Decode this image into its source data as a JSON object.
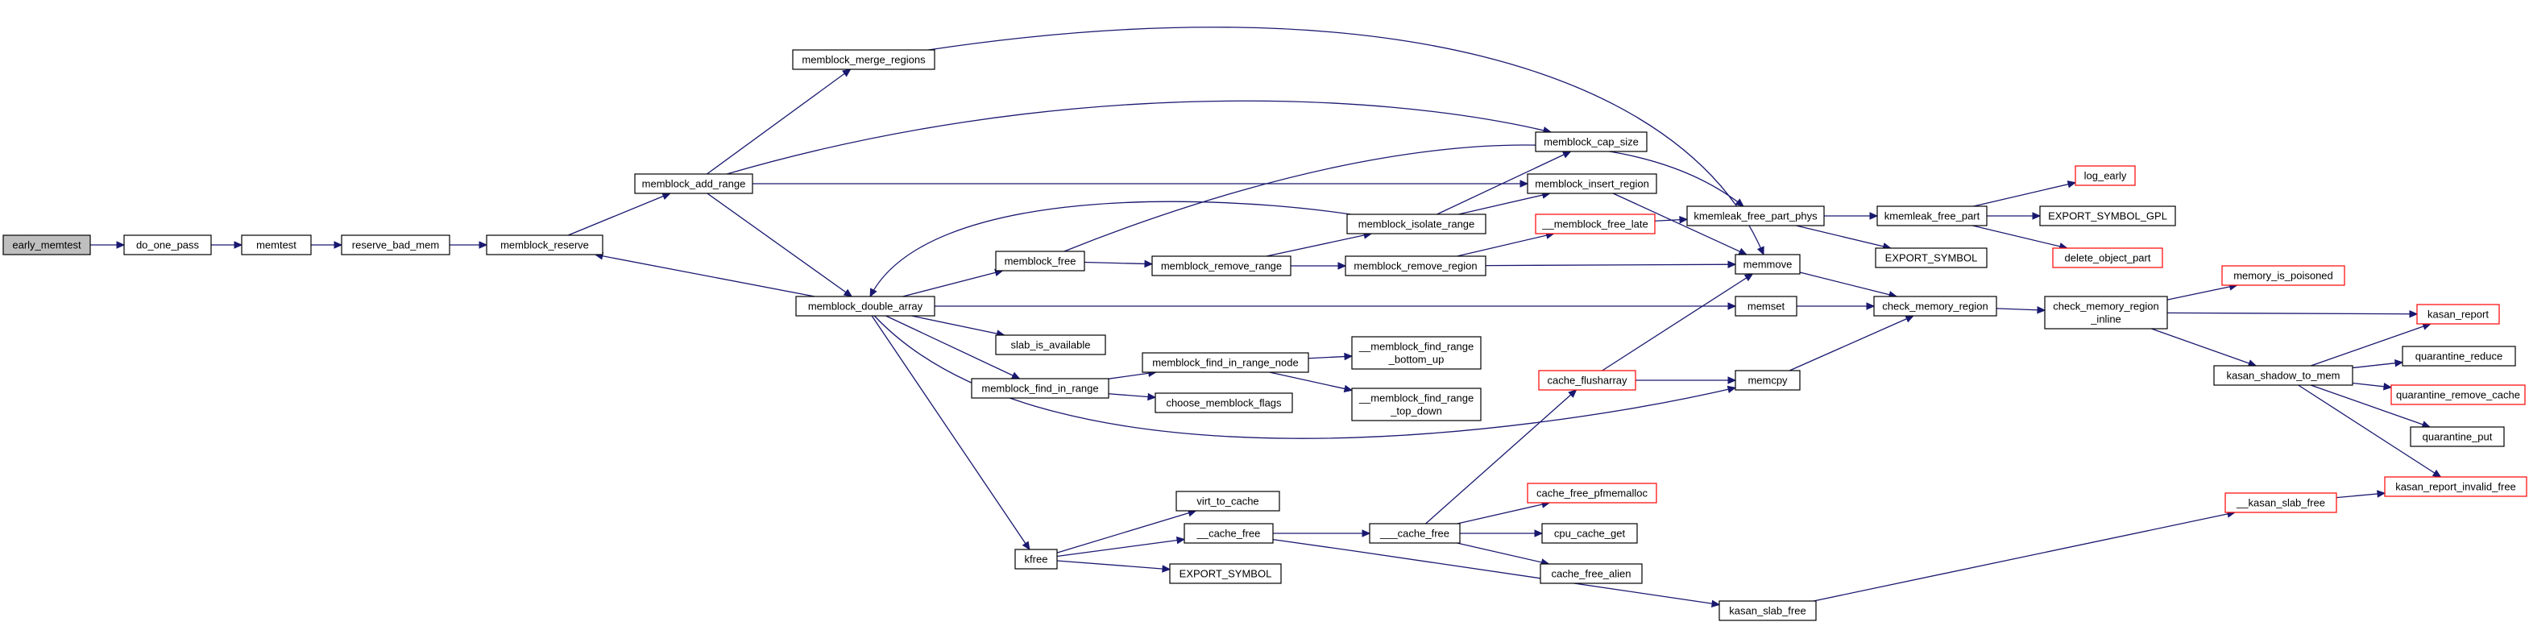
{
  "title": "",
  "colors": {
    "edge": "#191970",
    "node_border": "#000000",
    "node_border_external": "#ff0000",
    "root_fill": "#bfbfbf",
    "background": "#ffffff"
  },
  "nodes": [
    {
      "id": "early_memtest",
      "lines": [
        "early_memtest"
      ],
      "kind": "root"
    },
    {
      "id": "do_one_pass",
      "lines": [
        "do_one_pass"
      ],
      "kind": "normal"
    },
    {
      "id": "memtest",
      "lines": [
        "memtest"
      ],
      "kind": "normal"
    },
    {
      "id": "reserve_bad_mem",
      "lines": [
        "reserve_bad_mem"
      ],
      "kind": "normal"
    },
    {
      "id": "memblock_reserve",
      "lines": [
        "memblock_reserve"
      ],
      "kind": "normal"
    },
    {
      "id": "memblock_add_range",
      "lines": [
        "memblock_add_range"
      ],
      "kind": "normal"
    },
    {
      "id": "memblock_merge_regions",
      "lines": [
        "memblock_merge_regions"
      ],
      "kind": "normal"
    },
    {
      "id": "memblock_double_array",
      "lines": [
        "memblock_double_array"
      ],
      "kind": "normal"
    },
    {
      "id": "memblock_free",
      "lines": [
        "memblock_free"
      ],
      "kind": "normal"
    },
    {
      "id": "slab_is_available",
      "lines": [
        "slab_is_available"
      ],
      "kind": "normal"
    },
    {
      "id": "memblock_find_in_range",
      "lines": [
        "memblock_find_in_range"
      ],
      "kind": "normal"
    },
    {
      "id": "kfree",
      "lines": [
        "kfree"
      ],
      "kind": "normal"
    },
    {
      "id": "memblock_remove_range",
      "lines": [
        "memblock_remove_range"
      ],
      "kind": "normal"
    },
    {
      "id": "memblock_find_in_range_node",
      "lines": [
        "memblock_find_in_range_node"
      ],
      "kind": "normal"
    },
    {
      "id": "choose_memblock_flags",
      "lines": [
        "choose_memblock_flags"
      ],
      "kind": "normal"
    },
    {
      "id": "virt_to_cache",
      "lines": [
        "virt_to_cache"
      ],
      "kind": "normal"
    },
    {
      "id": "__cache_free",
      "lines": [
        "__cache_free"
      ],
      "kind": "normal"
    },
    {
      "id": "EXPORT_SYMBOL_a",
      "lines": [
        "EXPORT_SYMBOL"
      ],
      "kind": "normal"
    },
    {
      "id": "memblock_isolate_range",
      "lines": [
        "memblock_isolate_range"
      ],
      "kind": "normal"
    },
    {
      "id": "memblock_remove_region",
      "lines": [
        "memblock_remove_region"
      ],
      "kind": "normal"
    },
    {
      "id": "__memblock_find_range_bottom_up",
      "lines": [
        "__memblock_find_range",
        "_bottom_up"
      ],
      "kind": "normal"
    },
    {
      "id": "__memblock_find_range_top_down",
      "lines": [
        "__memblock_find_range",
        "_top_down"
      ],
      "kind": "normal"
    },
    {
      "id": "___cache_free",
      "lines": [
        "___cache_free"
      ],
      "kind": "normal"
    },
    {
      "id": "memblock_cap_size",
      "lines": [
        "memblock_cap_size"
      ],
      "kind": "normal"
    },
    {
      "id": "memblock_insert_region",
      "lines": [
        "memblock_insert_region"
      ],
      "kind": "normal"
    },
    {
      "id": "__memblock_free_late",
      "lines": [
        "__memblock_free_late"
      ],
      "kind": "red"
    },
    {
      "id": "cache_flusharray",
      "lines": [
        "cache_flusharray"
      ],
      "kind": "red"
    },
    {
      "id": "cache_free_pfmemalloc",
      "lines": [
        "cache_free_pfmemalloc"
      ],
      "kind": "red"
    },
    {
      "id": "cpu_cache_get",
      "lines": [
        "cpu_cache_get"
      ],
      "kind": "normal"
    },
    {
      "id": "cache_free_alien",
      "lines": [
        "cache_free_alien"
      ],
      "kind": "normal"
    },
    {
      "id": "kmemleak_free_part_phys",
      "lines": [
        "kmemleak_free_part_phys"
      ],
      "kind": "normal"
    },
    {
      "id": "memmove",
      "lines": [
        "memmove"
      ],
      "kind": "normal"
    },
    {
      "id": "memset",
      "lines": [
        "memset"
      ],
      "kind": "normal"
    },
    {
      "id": "memcpy",
      "lines": [
        "memcpy"
      ],
      "kind": "normal"
    },
    {
      "id": "kasan_slab_free",
      "lines": [
        "kasan_slab_free"
      ],
      "kind": "normal"
    },
    {
      "id": "kmemleak_free_part",
      "lines": [
        "kmemleak_free_part"
      ],
      "kind": "normal"
    },
    {
      "id": "EXPORT_SYMBOL_b",
      "lines": [
        "EXPORT_SYMBOL"
      ],
      "kind": "normal"
    },
    {
      "id": "check_memory_region",
      "lines": [
        "check_memory_region"
      ],
      "kind": "normal"
    },
    {
      "id": "log_early",
      "lines": [
        "log_early"
      ],
      "kind": "red"
    },
    {
      "id": "EXPORT_SYMBOL_GPL",
      "lines": [
        "EXPORT_SYMBOL_GPL"
      ],
      "kind": "normal"
    },
    {
      "id": "delete_object_part",
      "lines": [
        "delete_object_part"
      ],
      "kind": "red"
    },
    {
      "id": "check_memory_region_inline",
      "lines": [
        "check_memory_region",
        "_inline"
      ],
      "kind": "normal"
    },
    {
      "id": "memory_is_poisoned",
      "lines": [
        "memory_is_poisoned"
      ],
      "kind": "red"
    },
    {
      "id": "kasan_shadow_to_mem",
      "lines": [
        "kasan_shadow_to_mem"
      ],
      "kind": "normal"
    },
    {
      "id": "__kasan_slab_free",
      "lines": [
        "__kasan_slab_free"
      ],
      "kind": "red"
    },
    {
      "id": "kasan_report",
      "lines": [
        "kasan_report"
      ],
      "kind": "red"
    },
    {
      "id": "quarantine_reduce",
      "lines": [
        "quarantine_reduce"
      ],
      "kind": "normal"
    },
    {
      "id": "quarantine_remove_cache",
      "lines": [
        "quarantine_remove_cache"
      ],
      "kind": "red"
    },
    {
      "id": "quarantine_put",
      "lines": [
        "quarantine_put"
      ],
      "kind": "normal"
    },
    {
      "id": "kasan_report_invalid_free",
      "lines": [
        "kasan_report_invalid_free"
      ],
      "kind": "red"
    }
  ],
  "edges": [
    [
      "early_memtest",
      "do_one_pass"
    ],
    [
      "do_one_pass",
      "memtest"
    ],
    [
      "memtest",
      "reserve_bad_mem"
    ],
    [
      "reserve_bad_mem",
      "memblock_reserve"
    ],
    [
      "memblock_reserve",
      "memblock_add_range"
    ],
    [
      "memblock_add_range",
      "memblock_merge_regions"
    ],
    [
      "memblock_add_range",
      "memblock_double_array"
    ],
    [
      "memblock_add_range",
      "memblock_cap_size"
    ],
    [
      "memblock_add_range",
      "memblock_insert_region"
    ],
    [
      "memblock_double_array",
      "memblock_reserve"
    ],
    [
      "memblock_double_array",
      "memblock_free"
    ],
    [
      "memblock_double_array",
      "slab_is_available"
    ],
    [
      "memblock_double_array",
      "memblock_find_in_range"
    ],
    [
      "memblock_double_array",
      "kfree"
    ],
    [
      "memblock_double_array",
      "memset"
    ],
    [
      "memblock_double_array",
      "memcpy"
    ],
    [
      "memblock_merge_regions",
      "memmove"
    ],
    [
      "memblock_free",
      "memblock_remove_range"
    ],
    [
      "memblock_free",
      "kmemleak_free_part_phys"
    ],
    [
      "memblock_remove_range",
      "memblock_isolate_range"
    ],
    [
      "memblock_remove_range",
      "memblock_remove_region"
    ],
    [
      "memblock_isolate_range",
      "memblock_double_array"
    ],
    [
      "memblock_isolate_range",
      "memblock_cap_size"
    ],
    [
      "memblock_isolate_range",
      "memblock_insert_region"
    ],
    [
      "memblock_insert_region",
      "memmove"
    ],
    [
      "memblock_remove_region",
      "memmove"
    ],
    [
      "memblock_remove_region",
      "__memblock_free_late"
    ],
    [
      "__memblock_free_late",
      "kmemleak_free_part_phys"
    ],
    [
      "memblock_find_in_range",
      "memblock_find_in_range_node"
    ],
    [
      "memblock_find_in_range",
      "choose_memblock_flags"
    ],
    [
      "memblock_find_in_range_node",
      "__memblock_find_range_bottom_up"
    ],
    [
      "memblock_find_in_range_node",
      "__memblock_find_range_top_down"
    ],
    [
      "kfree",
      "virt_to_cache"
    ],
    [
      "kfree",
      "__cache_free"
    ],
    [
      "kfree",
      "EXPORT_SYMBOL_a"
    ],
    [
      "__cache_free",
      "___cache_free"
    ],
    [
      "__cache_free",
      "kasan_slab_free"
    ],
    [
      "___cache_free",
      "cache_flusharray"
    ],
    [
      "___cache_free",
      "cache_free_pfmemalloc"
    ],
    [
      "___cache_free",
      "cpu_cache_get"
    ],
    [
      "___cache_free",
      "cache_free_alien"
    ],
    [
      "cache_flusharray",
      "memmove"
    ],
    [
      "cache_flusharray",
      "memcpy"
    ],
    [
      "kmemleak_free_part_phys",
      "kmemleak_free_part"
    ],
    [
      "kmemleak_free_part_phys",
      "EXPORT_SYMBOL_b"
    ],
    [
      "kmemleak_free_part",
      "log_early"
    ],
    [
      "kmemleak_free_part",
      "EXPORT_SYMBOL_GPL"
    ],
    [
      "kmemleak_free_part",
      "delete_object_part"
    ],
    [
      "memmove",
      "check_memory_region"
    ],
    [
      "memset",
      "check_memory_region"
    ],
    [
      "memcpy",
      "check_memory_region"
    ],
    [
      "check_memory_region",
      "check_memory_region_inline"
    ],
    [
      "check_memory_region_inline",
      "memory_is_poisoned"
    ],
    [
      "check_memory_region_inline",
      "kasan_report"
    ],
    [
      "check_memory_region_inline",
      "kasan_shadow_to_mem"
    ],
    [
      "kasan_slab_free",
      "__kasan_slab_free"
    ],
    [
      "__kasan_slab_free",
      "kasan_report_invalid_free"
    ],
    [
      "kasan_shadow_to_mem",
      "kasan_report"
    ],
    [
      "kasan_shadow_to_mem",
      "quarantine_reduce"
    ],
    [
      "kasan_shadow_to_mem",
      "quarantine_remove_cache"
    ],
    [
      "kasan_shadow_to_mem",
      "quarantine_put"
    ],
    [
      "kasan_shadow_to_mem",
      "kasan_report_invalid_free"
    ]
  ]
}
